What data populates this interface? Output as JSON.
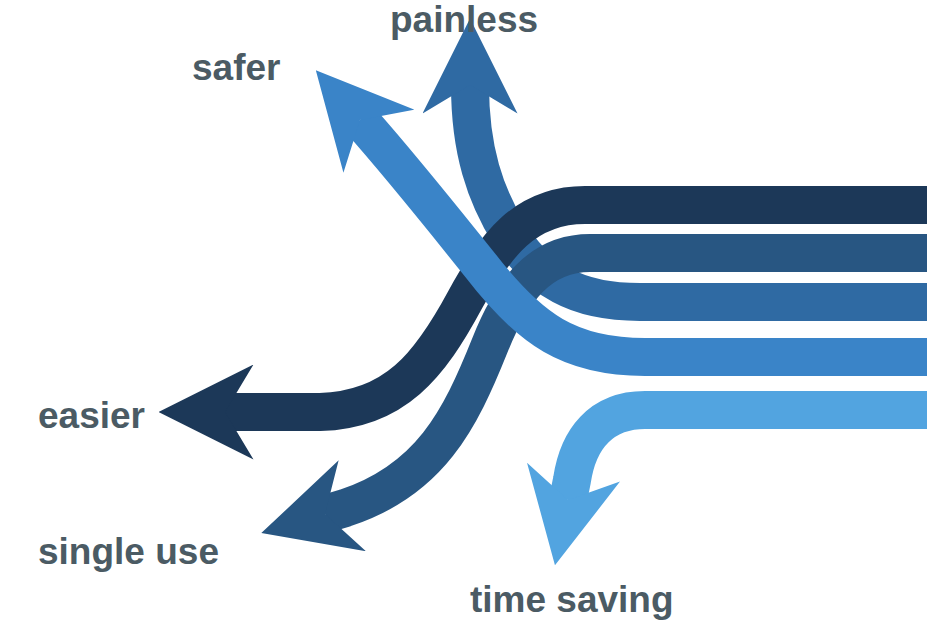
{
  "diagram": {
    "labels": [
      "painless",
      "safer",
      "easier",
      "single use",
      "time saving"
    ]
  }
}
